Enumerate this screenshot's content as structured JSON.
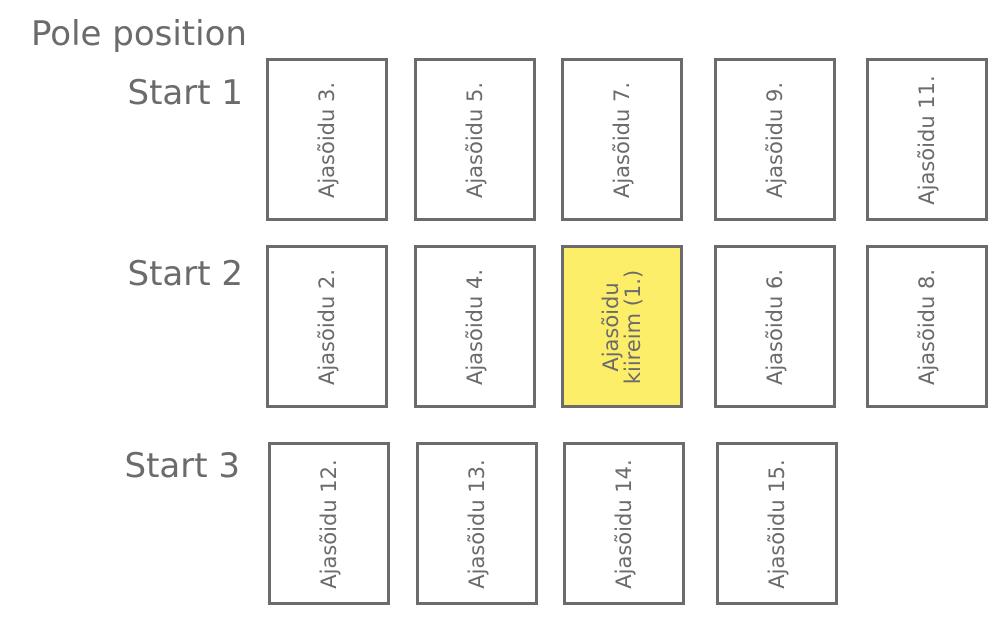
{
  "title": "Pole position",
  "rows": [
    {
      "label": "Start 1",
      "slots": [
        {
          "label": "Ajasõidu 3."
        },
        {
          "label": "Ajasõidu 5."
        },
        {
          "label": "Ajasõidu 7."
        },
        {
          "label": "Ajasõidu 9."
        },
        {
          "label": "Ajasõidu 11."
        }
      ]
    },
    {
      "label": "Start 2",
      "slots": [
        {
          "label": "Ajasõidu 2."
        },
        {
          "label": "Ajasõidu 4."
        },
        {
          "label": "Ajasõidu\nkiireim (1.)"
        },
        {
          "label": "Ajasõidu 6."
        },
        {
          "label": "Ajasõidu 8."
        }
      ]
    },
    {
      "label": "Start 3",
      "slots": [
        {
          "label": "Ajasõidu 12."
        },
        {
          "label": "Ajasõidu 13."
        },
        {
          "label": "Ajasõidu 14."
        },
        {
          "label": "Ajasõidu 15."
        }
      ]
    }
  ],
  "colors": {
    "highlight": "#fdee6a",
    "border": "#6b6b6b",
    "text": "#6b6b6b"
  }
}
